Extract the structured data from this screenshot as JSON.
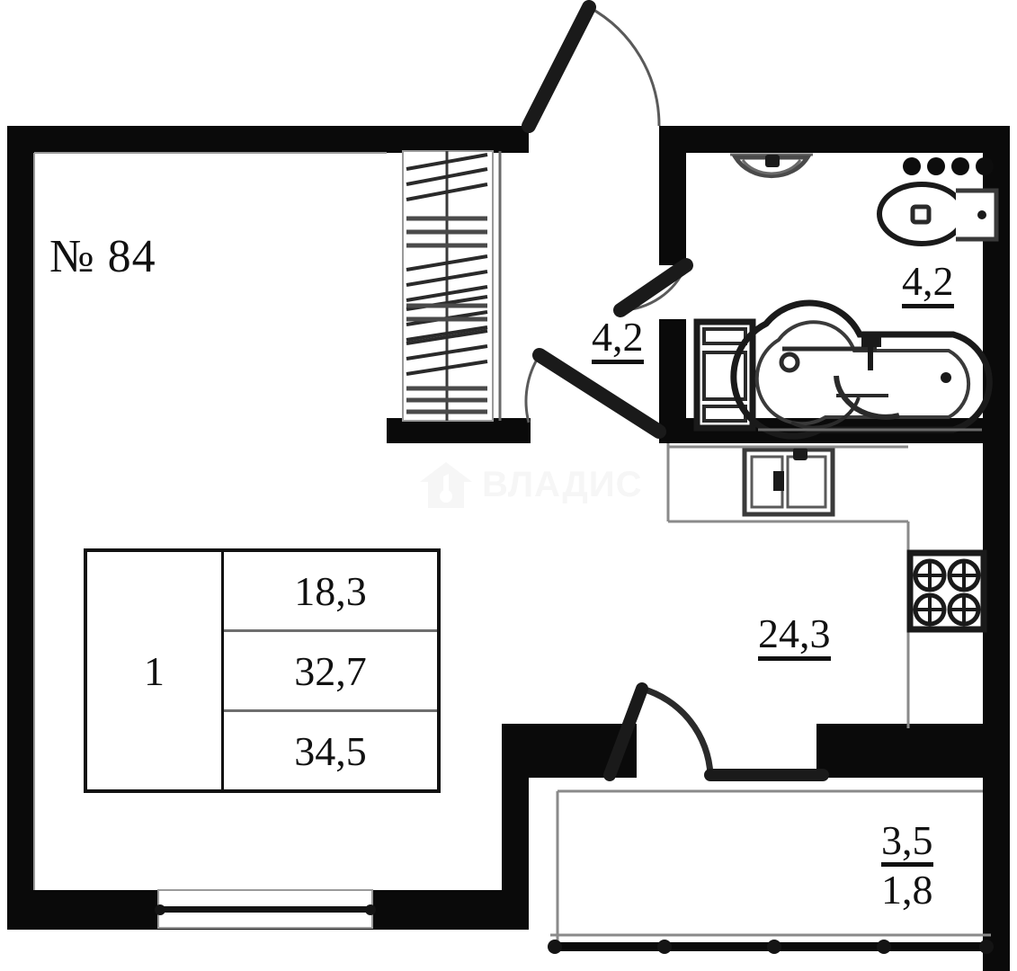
{
  "document": {
    "type": "apartment-floor-plan",
    "apartment_number": "№ 84"
  },
  "spec_table": {
    "rooms_count": "1",
    "areas": [
      "18,3",
      "32,7",
      "34,5"
    ]
  },
  "room_labels": {
    "bathroom": "4,2",
    "hall": "4,2",
    "living_kitchen": "24,3"
  },
  "balcony": {
    "numerator": "3,5",
    "denominator": "1,8"
  },
  "watermark": {
    "text": "ВЛАДИС",
    "logo_digit": "1",
    "color": "#f6f6f6"
  },
  "fixtures": {
    "toilet": "toilet-icon",
    "washbasin": "washbasin-icon",
    "bathtub": "bathtub-icon",
    "washing_machine": "washing-machine-icon",
    "kitchen_sink": "kitchen-sink-icon",
    "stove": "stove-icon",
    "wardrobe": "wardrobe-icon"
  },
  "colors": {
    "wall": "#0a0a0a",
    "line": "#111111",
    "background": "#ffffff",
    "thin_line": "#6e6e6e"
  }
}
